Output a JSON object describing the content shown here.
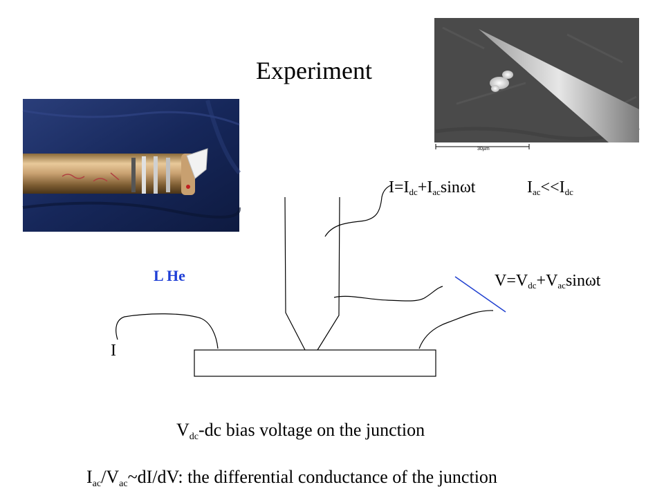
{
  "title": "Experiment",
  "eq_current": {
    "I": "I",
    "eq": "=",
    "idc": "I",
    "dc": "dc",
    "plus": "+",
    "iac": "I",
    "ac": "ac",
    "sin": "sin",
    "omega": "ω",
    "t": "t"
  },
  "eq_condition": {
    "iac": "I",
    "ac": "ac",
    "lt": "<<",
    "idc": "I",
    "dc": "dc"
  },
  "eq_voltage": {
    "V": "V",
    "eq": "=",
    "vdc": "V",
    "dc": "dc",
    "plus": "+",
    "vac": "V",
    "ac": "ac",
    "sin": "sin",
    "omega": "ω",
    "t": "t"
  },
  "label_lhe": "L He",
  "label_current": "I",
  "note_bias": {
    "v": "V",
    "dc": "dc",
    "text": "-dc bias voltage on the junction"
  },
  "note_conductance": {
    "i": "I",
    "ac1": "ac",
    "slash": "/",
    "v": "V",
    "ac2": "ac",
    "text": "~dI/dV: the differential conductance of the junction"
  },
  "sem_scale_label": "30µm",
  "colors": {
    "lhe_label": "#1f3fd6",
    "blue_line": "#2040d0",
    "sem_background": "#4a4a4a",
    "photo_background": "#1a2a5c"
  }
}
